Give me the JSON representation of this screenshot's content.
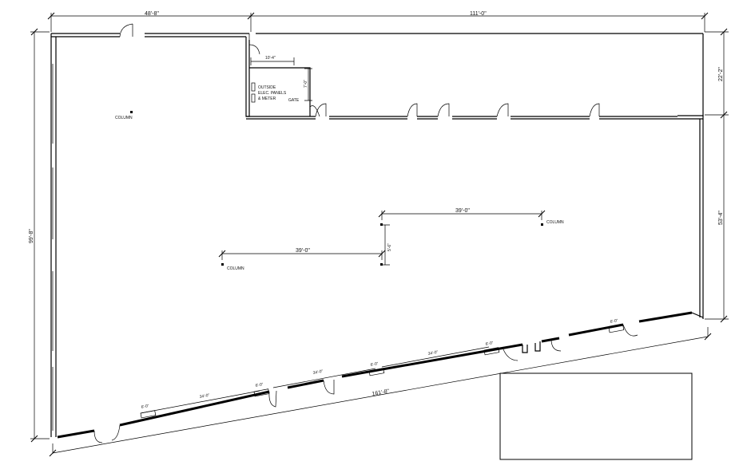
{
  "dimensions": {
    "top_left_width": "48'-8\"",
    "top_right_width": "111'-0\"",
    "left_height": "99'-8\"",
    "right_upper_height": "22'-2\"",
    "right_lower_height": "53'-4\"",
    "diagonal_length": "161'-8\"",
    "elec_room_width": "10'-4\"",
    "elec_room_depth": "7'-0\"",
    "column_span_upper": "39'-0\"",
    "column_span_lower": "39'-0\"",
    "column_offset": "5'-6\"",
    "storefront_segments": [
      "34'-0\"",
      "34'-0\"",
      "34'-0\""
    ],
    "door_widths": [
      "6'-0\"",
      "6'-0\"",
      "6'-0\"",
      "6'-0\"",
      "6'-0\""
    ]
  },
  "labels": {
    "column": "COLUMN",
    "elec_line1": "OUTSIDE",
    "elec_line2": "ELEC. PANELS",
    "elec_line3": "& METER",
    "gate": "GATE"
  }
}
